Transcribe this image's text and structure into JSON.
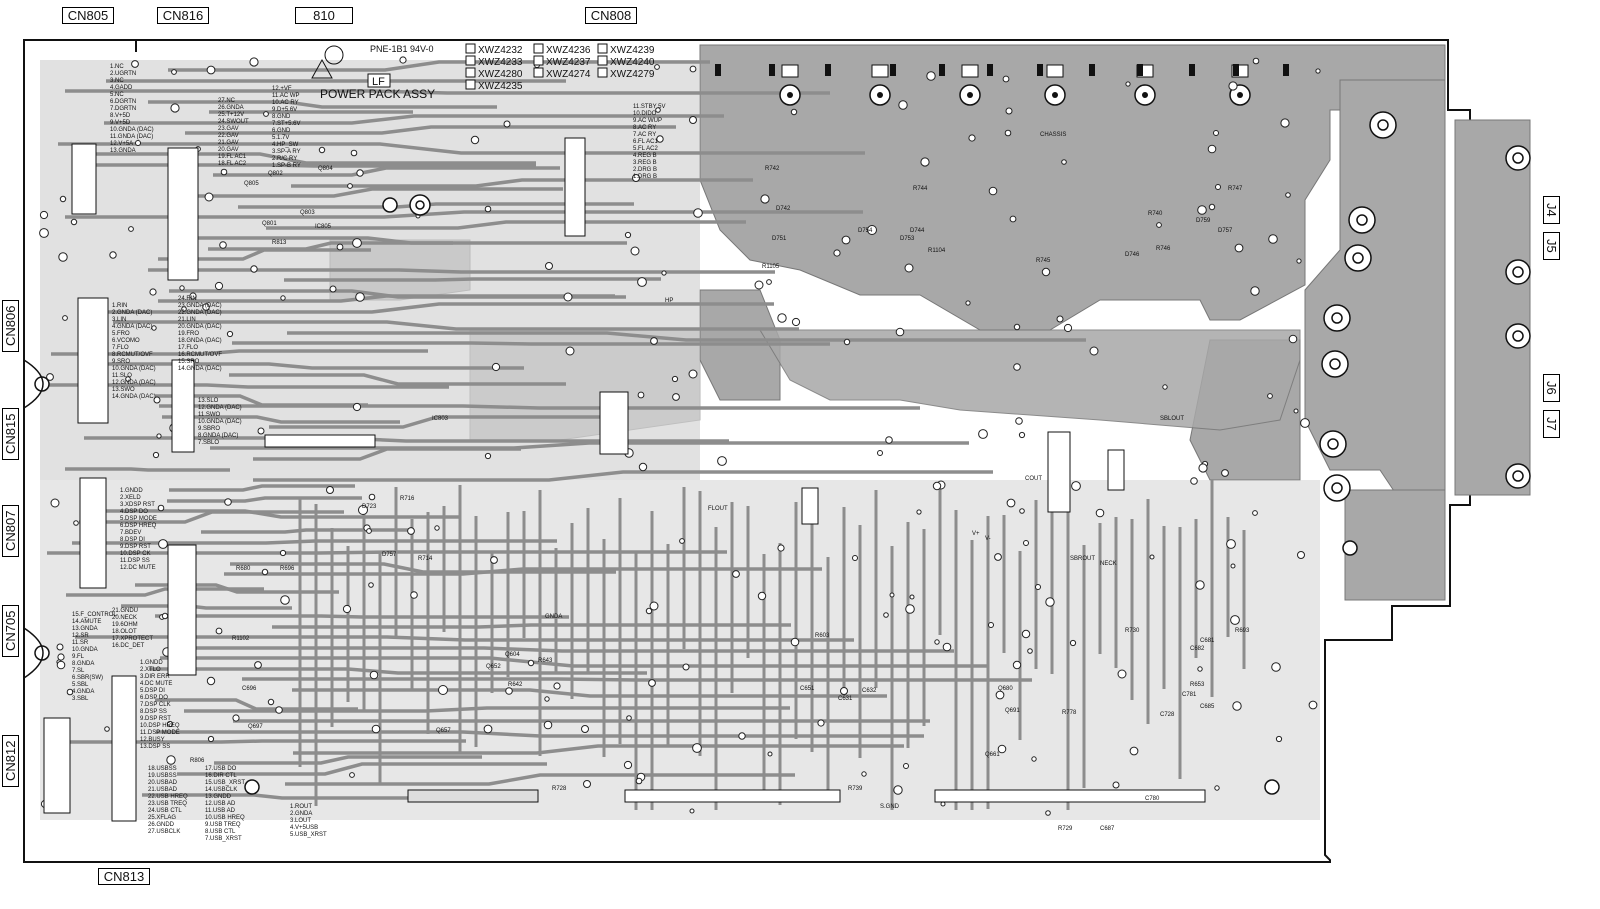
{
  "connectors_top": [
    "CN805",
    "CN816",
    "810",
    "CN808"
  ],
  "connectors_left": [
    "CN806",
    "CN815",
    "CN807",
    "CN705",
    "CN812"
  ],
  "connector_bottom": "CN813",
  "jacks_right": [
    "J4",
    "J5",
    "J6",
    "J7"
  ],
  "board": {
    "title": "POWER PACK ASSY",
    "code": "PNE-1B1 94V-0",
    "lf_mark": "LF",
    "revision_boxes": [
      "XWZ4232",
      "XWZ4233",
      "XWZ4280",
      "XWZ4235",
      "XWZ4236",
      "XWZ4237",
      "XWZ4274",
      "XWZ4239",
      "XWZ4240",
      "XWZ4279"
    ]
  },
  "pin_lists": {
    "cn805": [
      "1.NC",
      "2.UGRTN",
      "3.NC",
      "4.GADD",
      "5.NC",
      "6.DGRTN",
      "7.DGRTN",
      "8.V+5D",
      "9.V+5D",
      "10.GNDA (DAC)",
      "11.GNDA (DAC)",
      "12.V+5A",
      "13.GNDA"
    ],
    "cn816": [
      "12.+VF",
      "11.AC WP",
      "10.AC RY",
      "9.D+5.6V",
      "8.GND",
      "7.ST+5.6V",
      "6.GND",
      "5.1.7V",
      "4.HP_SW",
      "3.SP-A RY",
      "2.R/C RY",
      "1.SP-B RY"
    ],
    "cn816b": [
      "27.NC",
      "26.GNDA",
      "25.T+12V",
      "24.SWOUT",
      "23.GAV",
      "22.GAV",
      "21.GAV",
      "20.GAV",
      "19.FL AC1",
      "18.FL AC2"
    ],
    "cn808": [
      "11.STBY 5V",
      "10.DIDO",
      "9.AC WUP",
      "8.AC RY",
      "7.AC RY",
      "6.FL AC1",
      "5.FL AC2",
      "4.REG B",
      "3.REG B",
      "2.DRG B",
      "1.DRG B"
    ],
    "cn806": [
      "24.RIN",
      "23.GNDA (DAC)",
      "22.GNDA (DAC)",
      "21.LIN",
      "20.GNDA (DAC)",
      "19.FRO",
      "18.GNDA (DAC)",
      "17.FLO",
      "16.RCMUT/OVF",
      "15.SRO",
      "14.GNDA (DAC)"
    ],
    "cn806b": [
      "1.RIN",
      "2.GNDA (DAC)",
      "3.LIN",
      "4.GNDA (DAC)",
      "5.FRO",
      "6.VCOMO",
      "7.FLO",
      "8.RCMUT/OVF",
      "9.SRO",
      "10.GNDA (DAC)",
      "11.SLO",
      "12.GNDA (DAC)",
      "13.SWO",
      "14.GNDA (DAC)"
    ],
    "cn815": [
      "13.SLO",
      "12.GNDA (DAC)",
      "11.SWO",
      "10.GNDA (DAC)",
      "9.SBRO",
      "8.GNDA (DAC)",
      "7.SBLO"
    ],
    "cn807": [
      "1.GNDD",
      "2.XELD",
      "3.XDSP RST",
      "4.DSP DO",
      "5.DSP MODE",
      "6.DSP HREQ",
      "7.BDEV",
      "8.DSP DI",
      "9.DSP RST",
      "10.DSP CK",
      "11.DSP SS",
      "12.DC MUTE"
    ],
    "cn705": [
      "15.F_CONTROL",
      "14.AMUTE",
      "13.GNDA",
      "12.SR",
      "11.SR",
      "10.GNDA",
      "9.FL",
      "8.GNDA",
      "7.SL",
      "6.SBR(SW)",
      "5.SBL",
      "4.GNDA",
      "3.SBL"
    ],
    "cn705b": [
      "21.GNDU",
      "20.NECK",
      "19.6OHM",
      "18.OLOT",
      "17.XPROTECT",
      "16.DC_DET"
    ],
    "cn812": [
      "1.GNDD",
      "2.XTLO",
      "3.DIR ERR",
      "4.DC MUTE",
      "5.DSP DI",
      "6.DSP DO",
      "7.DSP CLK",
      "8.DSP SS",
      "9.DSP RST",
      "10.DSP HREQ",
      "11.DSP MODE",
      "12.BUSY",
      "13.DSP SS"
    ],
    "cn813": [
      "17.USB DO",
      "16.DIR CTL",
      "15.USB_XRST",
      "14.USBCLK",
      "13.GNDD",
      "12.USB AD",
      "11.USB AD",
      "10.USB HREQ",
      "9.USB TREQ",
      "8.USB CTL",
      "7.USB_XRST"
    ],
    "cn813b": [
      "1.ROUT",
      "2.GNDA",
      "3.LOUT",
      "4.V+5USB",
      "5.USB_XRST"
    ],
    "cn813c": [
      "18.USBSS",
      "19.USBSS",
      "20.USBAD",
      "21.USBAD",
      "22.USB HREQ",
      "23.USB TREQ",
      "24.USB CTL",
      "25.XFLAG",
      "26.GNDD",
      "27.USBCLK"
    ]
  },
  "component_refs": [
    "R742",
    "R744",
    "D742",
    "D744",
    "D754",
    "D751",
    "D753",
    "R740",
    "R747",
    "R745",
    "R746",
    "R1105",
    "D746",
    "D759",
    "D757",
    "R1104",
    "IC805",
    "R813",
    "Q802",
    "Q803",
    "Q804",
    "Q805",
    "Q801",
    "IC803",
    "R716",
    "D723",
    "D757",
    "R714",
    "R696",
    "R1102",
    "R806",
    "R680",
    "R739",
    "R729",
    "R728",
    "R730",
    "R603",
    "R643",
    "R653",
    "R778",
    "R693",
    "R642",
    "Q657",
    "Q652",
    "Q604",
    "Q691",
    "Q697",
    "C696",
    "C651",
    "C631",
    "C632",
    "Q661",
    "Q680",
    "C780",
    "C687",
    "C781",
    "C728",
    "C685",
    "C681",
    "C682"
  ],
  "net_labels": [
    "CHASSIS",
    "GNDA",
    "S.GND",
    "V+",
    "V-",
    "FLOUT",
    "SBLOUT",
    "SBROUT",
    "NECK",
    "COUT",
    "HP",
    "POWER PACK ASSY"
  ]
}
